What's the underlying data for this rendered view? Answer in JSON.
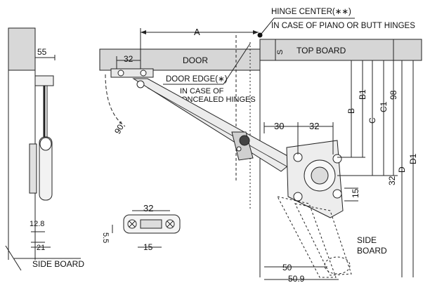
{
  "labels": {
    "hinge_center_line1": "HINGE CENTER(∗∗)",
    "hinge_center_line2": "IN CASE OF PIANO OR BUTT HINGES",
    "door": "DOOR",
    "top_board": "TOP BOARD",
    "door_edge_line1": "DOOR EDGE(∗)",
    "door_edge_line2": "IN CASE OF",
    "door_edge_line3": "CONCEALED HINGES",
    "side_board_left": "SIDE BOARD",
    "side_board_right_1": "SIDE",
    "side_board_right_2": "BOARD",
    "angle": "90°"
  },
  "dimensions": {
    "a": "A",
    "s": "S",
    "b": "B",
    "b1": "B1",
    "c": "C",
    "c1": "C1",
    "d": "D",
    "d1": "D1",
    "d_98": "98",
    "d_32_top": "32",
    "d_55": "55",
    "d_30": "30",
    "d_32_mid": "32",
    "d_32_right": "32",
    "d_15_right": "15",
    "d_12_8": "12.8",
    "d_21": "21",
    "d_32_bottom": "32",
    "d_5_5": "5.5",
    "d_15_bottom": "15",
    "d_50": "50",
    "d_50_9": "50.9"
  }
}
